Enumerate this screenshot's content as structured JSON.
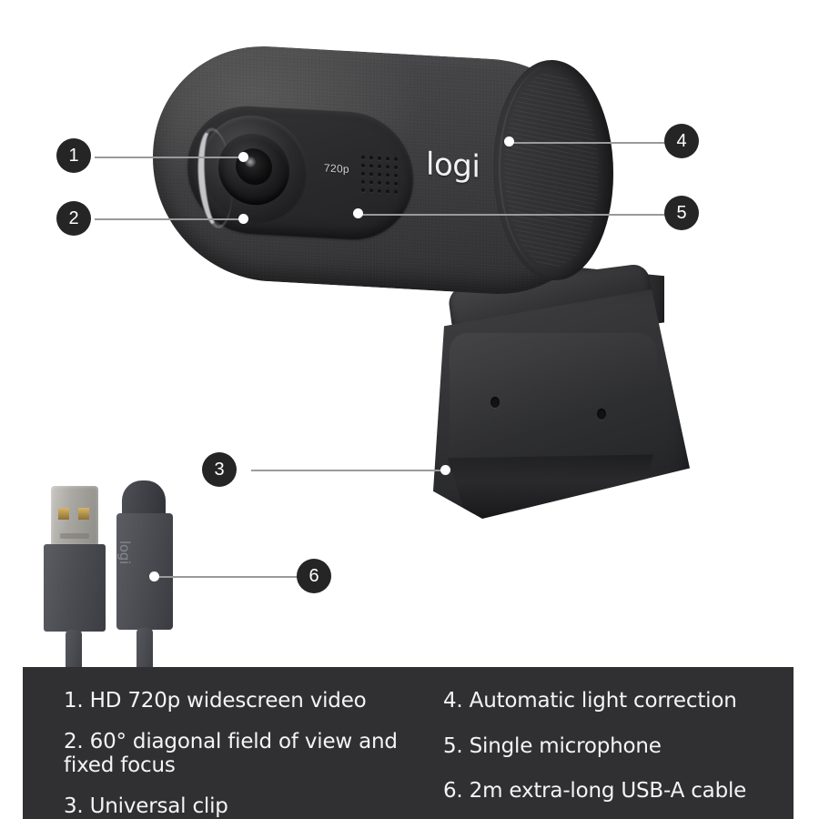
{
  "product": {
    "brand_logo": "logi",
    "resolution_badge": "720p",
    "cable_brand_logo": "logi"
  },
  "markers": [
    {
      "id": "1",
      "label": "1"
    },
    {
      "id": "2",
      "label": "2"
    },
    {
      "id": "3",
      "label": "3"
    },
    {
      "id": "4",
      "label": "4"
    },
    {
      "id": "5",
      "label": "5"
    },
    {
      "id": "6",
      "label": "6"
    }
  ],
  "legend": {
    "left_column": [
      "1. HD 720p widescreen video",
      "2. 60° diagonal field of view and fixed focus",
      "3. Universal clip"
    ],
    "right_column": [
      "4. Automatic light correction",
      "5. Single microphone",
      "6. 2m extra-long USB-A cable"
    ]
  },
  "colors": {
    "panel_background": "#303032",
    "panel_text": "#f4f4f5",
    "marker_fill": "#252525",
    "marker_text": "#ffffff",
    "leader_line": "#9a9a9a",
    "anchor_dot": "#ffffff",
    "page_background": "#ffffff"
  }
}
